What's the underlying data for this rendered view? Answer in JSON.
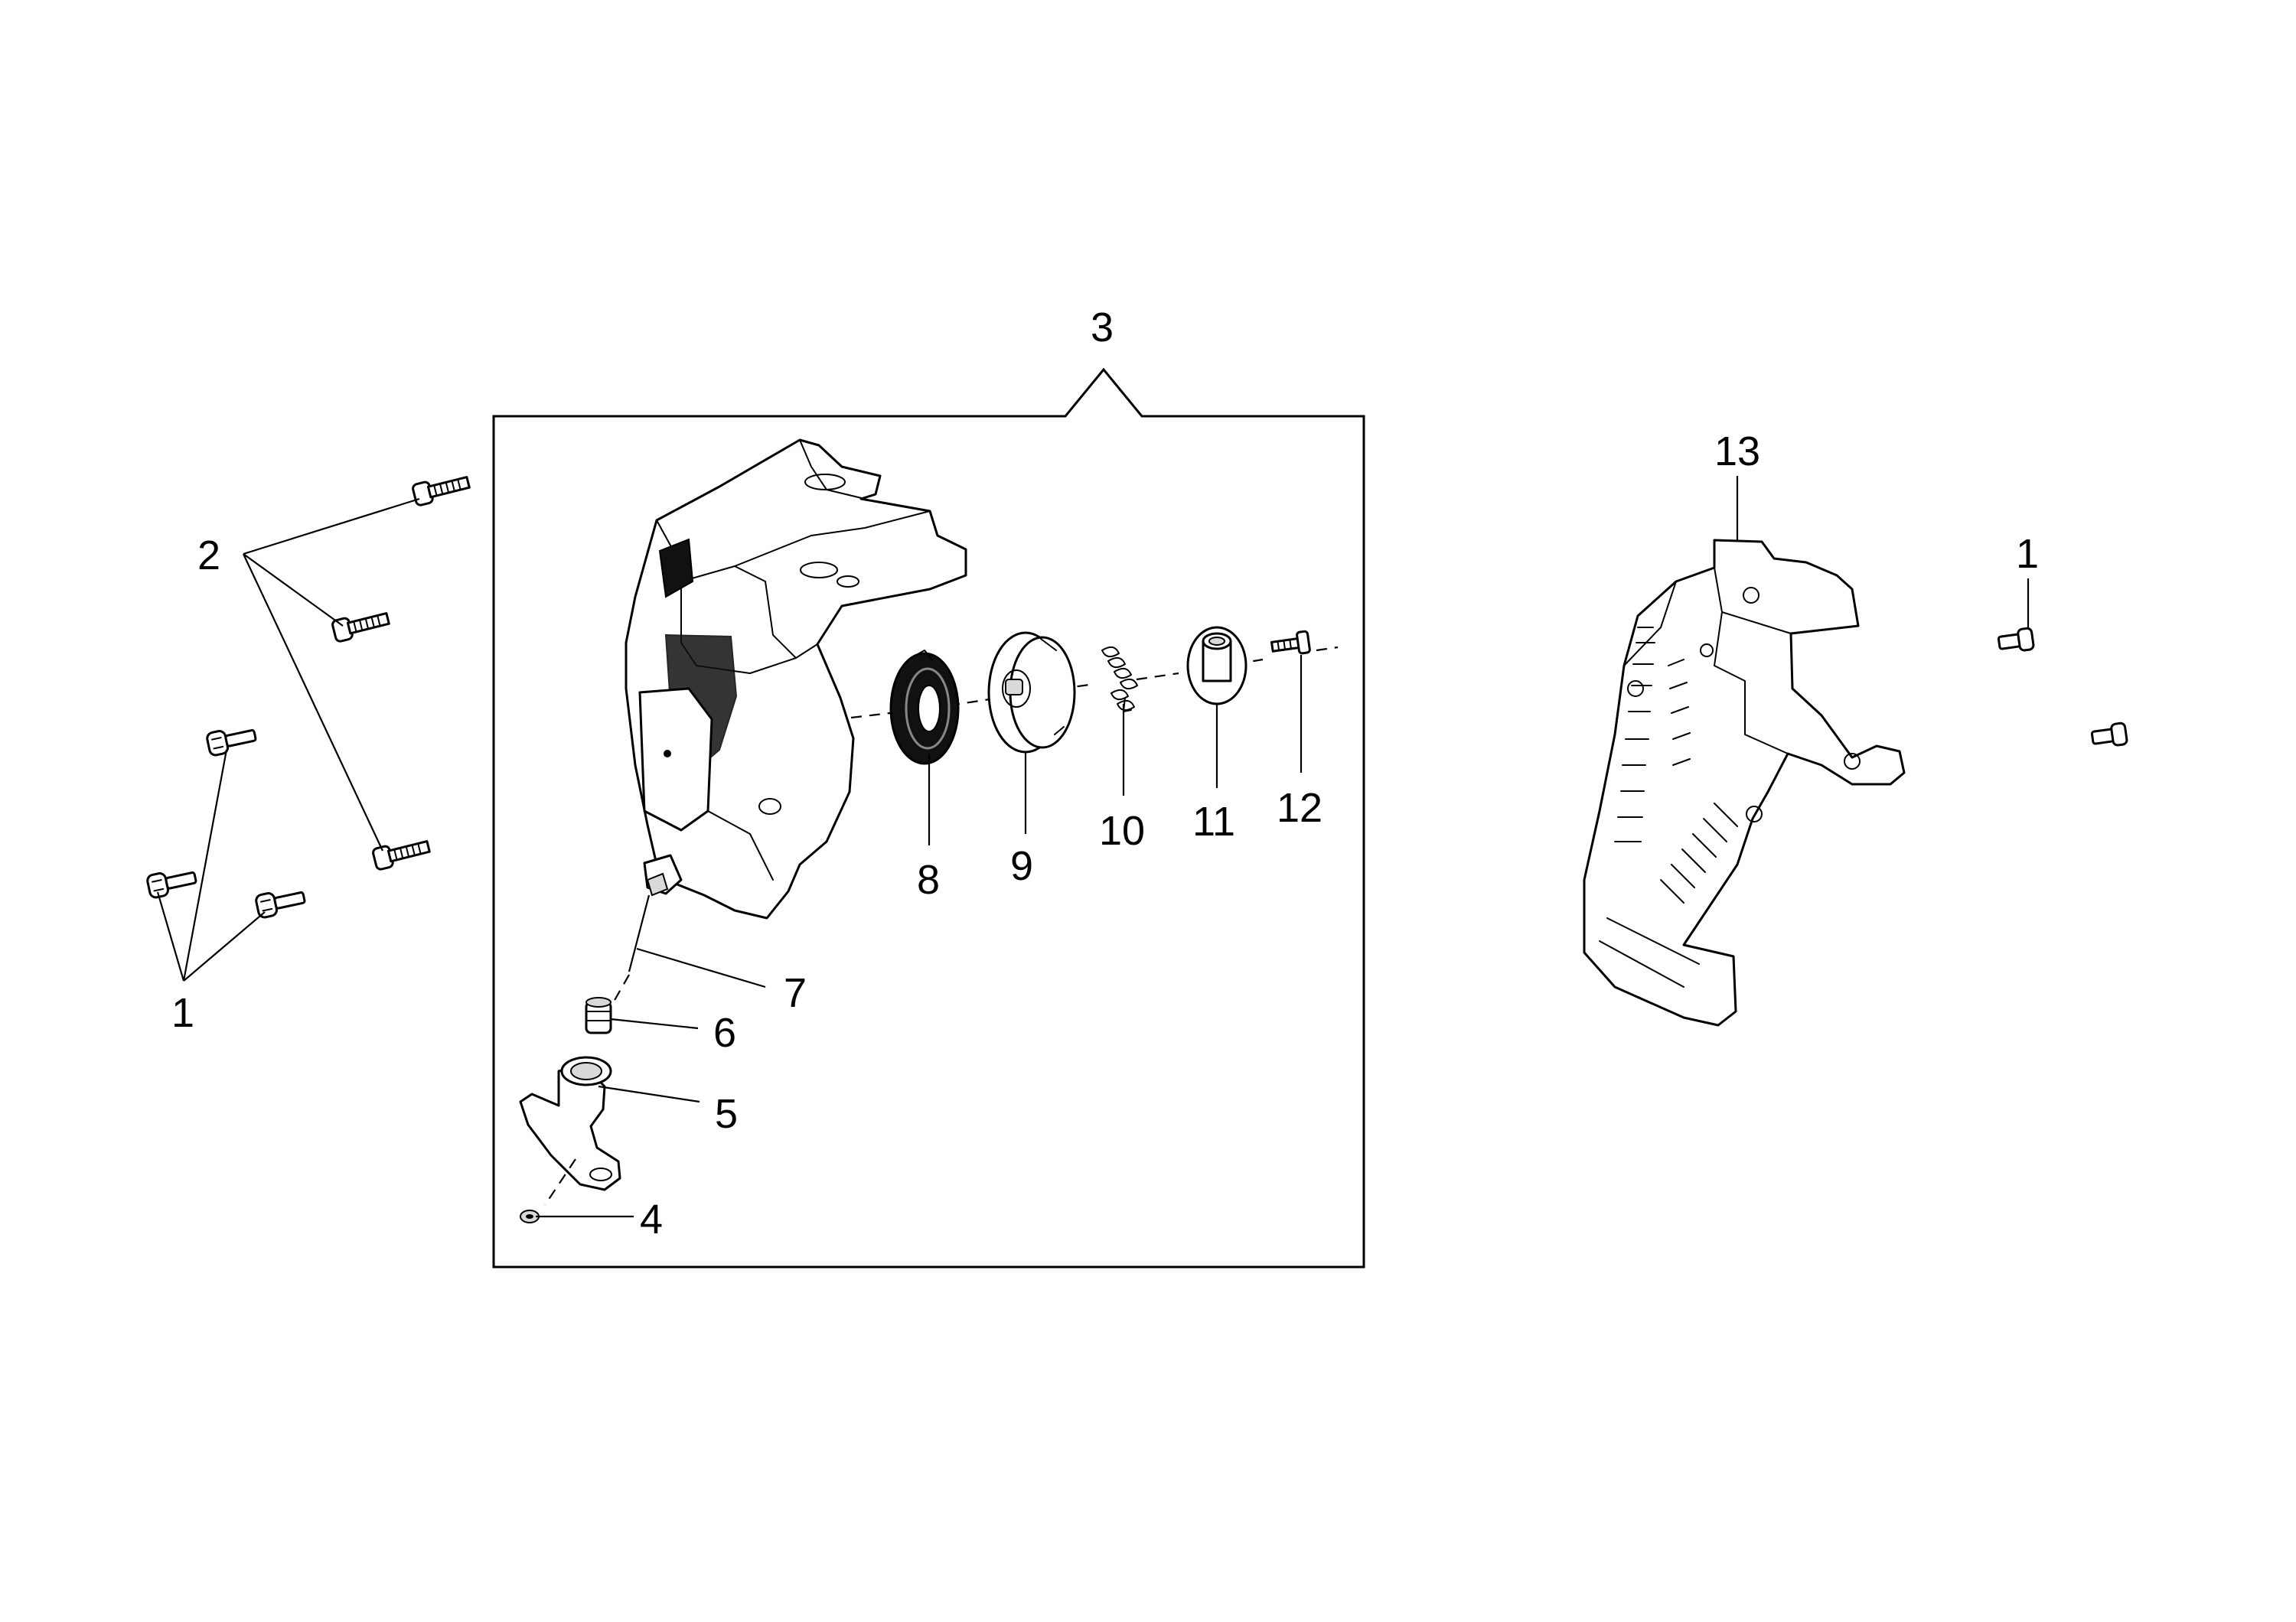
{
  "callouts": {
    "c1_left": "1",
    "c2": "2",
    "c3": "3",
    "c4": "4",
    "c5": "5",
    "c6": "6",
    "c7": "7",
    "c8": "8",
    "c9": "9",
    "c10": "10",
    "c11": "11",
    "c12": "12",
    "c13": "13",
    "c1_right": "1"
  }
}
